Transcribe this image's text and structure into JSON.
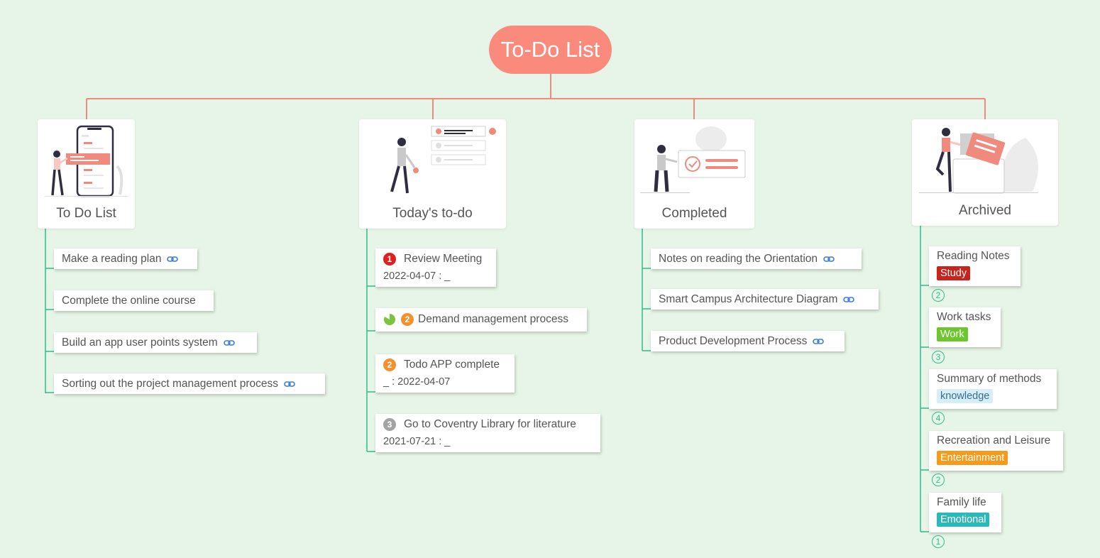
{
  "title": "To-Do List",
  "colors": {
    "root": "#fa8a7c",
    "branch": "#f08a7c",
    "connector": "#2ebd8e",
    "link": "#3d7be0"
  },
  "categories": {
    "todo": {
      "label": "To Do List",
      "items": [
        {
          "text": "Make a reading plan",
          "link": true
        },
        {
          "text": "Complete the online course",
          "link": false
        },
        {
          "text": "Build an app user points system",
          "link": true
        },
        {
          "text": "Sorting out the project management process",
          "link": true
        }
      ]
    },
    "today": {
      "label": "Today's to-do",
      "items": [
        {
          "priority": "1",
          "text": "Review Meeting",
          "date": "2022-04-07 : _"
        },
        {
          "priority": "2",
          "progress": "pie-icon",
          "text": "Demand management process"
        },
        {
          "priority": "2",
          "text": "Todo APP complete",
          "date": "_ : 2022-04-07"
        },
        {
          "priority": "3",
          "text": "Go to Coventry Library for literature",
          "date": "2021-07-21 : _"
        }
      ]
    },
    "completed": {
      "label": "Completed",
      "items": [
        {
          "text": "Notes on reading the Orientation",
          "link": true
        },
        {
          "text": "Smart Campus Architecture Diagram",
          "link": true
        },
        {
          "text": "Product Development Process",
          "link": true
        }
      ]
    },
    "archived": {
      "label": "Archived",
      "items": [
        {
          "text": "Reading Notes",
          "tag": "Study",
          "tag_color": "#c8241c",
          "count": "2"
        },
        {
          "text": "Work tasks",
          "tag": "Work",
          "tag_color": "#6cc72c",
          "count": "3"
        },
        {
          "text": "Summary of methods",
          "tag": "knowledge",
          "tag_color": "#d6eef8",
          "count": "4"
        },
        {
          "text": "Recreation and Leisure",
          "tag": "Entertainment",
          "tag_color": "#f59a1a",
          "count": "2"
        },
        {
          "text": "Family life",
          "tag": "Emotional",
          "tag_color": "#2bb8b8",
          "count": "1"
        }
      ]
    }
  }
}
